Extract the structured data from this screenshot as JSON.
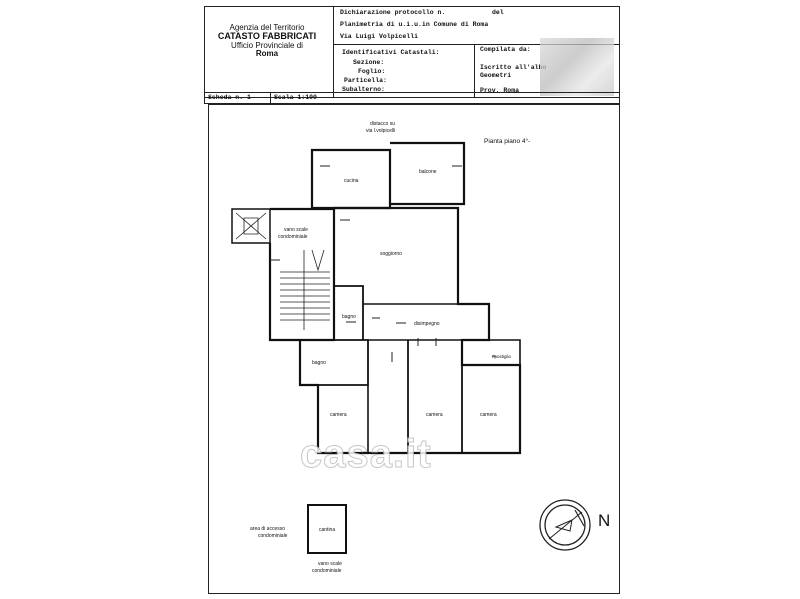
{
  "header": {
    "agency_line1": "Agenzia del Territorio",
    "agency_line2": "CATASTO FABBRICATI",
    "agency_line3": "Ufficio Provinciale di",
    "agency_line4": "Roma",
    "protocol_label": "Dichiarazione protocollo n.",
    "protocol_del": "del",
    "planimetria": "Planimetria di u.i.u.in Comune di Roma",
    "address": "Via Luigi Volpicelli",
    "identificativi": "Identificativi Catastali:",
    "sezione": "Sezione:",
    "foglio": "Foglio:",
    "particella": "Particella:",
    "subalterno": "Subalterno:",
    "compilata": "Compilata da:",
    "iscritto": "Iscritto all'albo",
    "geometri": "Geometri",
    "prov": "Prov. Roma",
    "scheda": "Scheda n. 1",
    "scala": "Scala 1:100"
  },
  "plan": {
    "title": "Pianta piano 4°-",
    "distacco1": "distacco su",
    "distacco2": "via l.volpicelli",
    "cucina": "cucina",
    "balcone": "balcone",
    "vano_scale1": "vano scale",
    "vano_scale2": "condominiale",
    "soggiorno": "soggiorno",
    "bagno1": "bagno",
    "disimpegno": "disimpegno",
    "ripostiglio": "ripostiglio",
    "bagno2": "bagno",
    "camera1": "camera",
    "camera2": "camera",
    "camera3": "camera",
    "area1": "area di accesso",
    "area2": "condominiale",
    "cantina": "cantina",
    "vano_bottom1": "vano scale",
    "vano_bottom2": "condominiale",
    "north": "N",
    "watermark": "casa.it"
  }
}
